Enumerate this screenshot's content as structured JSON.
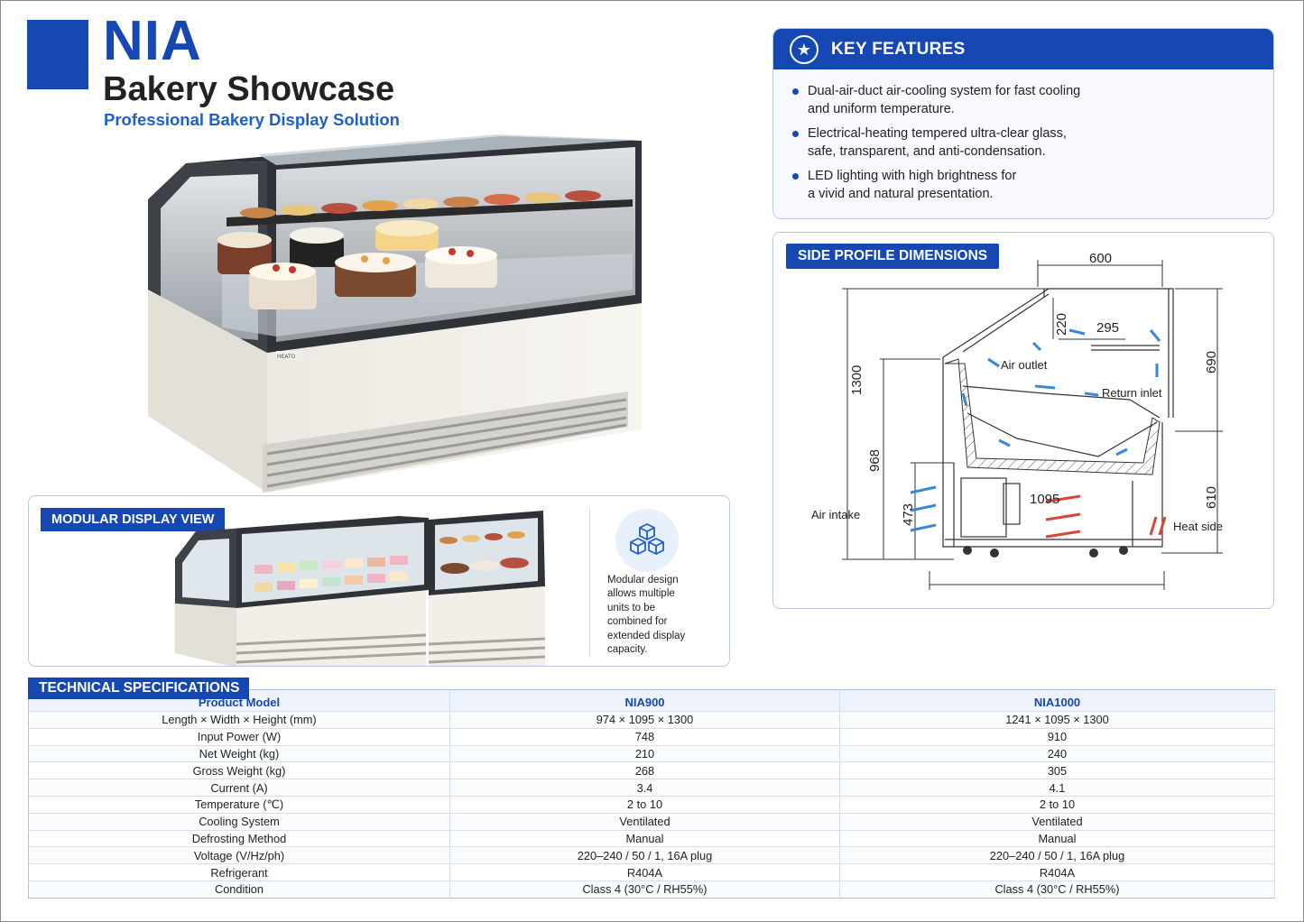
{
  "header": {
    "brand": "NIA",
    "subtitle": "Bakery Showcase",
    "tagline": "Professional Bakery Display Solution"
  },
  "hero_label": "HEATO",
  "key_features": {
    "title": "KEY FEATURES",
    "icon": "star-icon",
    "items": [
      {
        "line1": "Dual-air-duct air-cooling system for fast cooling",
        "line2": "and uniform temperature."
      },
      {
        "line1": "Electrical-heating tempered ultra-clear glass,",
        "line2": "safe, transparent, and anti-condensation."
      },
      {
        "line1": "LED lighting with high brightness for",
        "line2": "a vivid and natural presentation."
      }
    ]
  },
  "side_profile": {
    "title": "SIDE PROFILE DIMENSIONS",
    "dims": {
      "top_width": "600",
      "glass_height": "220",
      "shelf_depth": "295",
      "upper_height": "690",
      "total_height": "1300",
      "counter_height": "968",
      "intake_height": "473",
      "lower_height": "610",
      "total_depth": "1095"
    },
    "labels": {
      "air_outlet": "Air outlet",
      "return_inlet": "Return inlet",
      "air_intake": "Air intake",
      "heat_side": "Heat side"
    }
  },
  "modular": {
    "title": "MODULAR DISPLAY VIEW",
    "icon": "cubes-icon",
    "description": [
      "Modular design",
      "allows multiple",
      "units to be",
      "combined for",
      "extended display",
      "capacity."
    ]
  },
  "specs": {
    "title": "TECHNICAL SPECIFICATIONS",
    "headers": [
      "Product Model",
      "NIA900",
      "NIA1000"
    ],
    "rows": [
      [
        "Length × Width × Height (mm)",
        "974 × 1095 × 1300",
        "1241 × 1095 × 1300"
      ],
      [
        "Input Power (W)",
        "748",
        "910"
      ],
      [
        "Net Weight (kg)",
        "210",
        "240"
      ],
      [
        "Gross Weight (kg)",
        "268",
        "305"
      ],
      [
        "Current (A)",
        "3.4",
        "4.1"
      ],
      [
        "Temperature (℃)",
        "2 to 10",
        "2 to 10"
      ],
      [
        "Cooling System",
        "Ventilated",
        "Ventilated"
      ],
      [
        "Defrosting Method",
        "Manual",
        "Manual"
      ],
      [
        "Voltage (V/Hz/ph)",
        "220–240 / 50 / 1, 16A plug",
        "220–240 / 50 / 1, 16A plug"
      ],
      [
        "Refrigerant",
        "R404A",
        "R404A"
      ],
      [
        "Condition",
        "Class 4 (30°C / RH55%)",
        "Class 4 (30°C / RH55%)"
      ]
    ]
  },
  "colors": {
    "brand_blue": "#1548b3",
    "accent_blue": "#1e5fc8",
    "air_blue": "#3a86d8",
    "heat_red": "#d8463a"
  }
}
